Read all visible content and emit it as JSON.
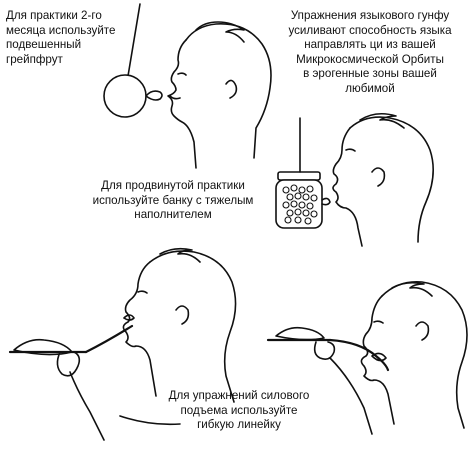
{
  "captions": {
    "grapefruit": "Для практики 2-го\nмесяца используйте\nподвешенный\nгрейпфрут",
    "kung_fu": "Упражнения языкового гунфу\nусиливают способность языка\nнаправлять ци из вашей\nМикрокосмической Орбиты\nв эрогенные зоны вашей\nлюбимой",
    "jar": "Для продвинутой практики\nиспользуйте банку с тяжелым\nнаполнителем",
    "ruler": "Для упражнений силового\nподъема используйте\nгибкую линейку"
  },
  "colors": {
    "ink": "#111111",
    "paper": "#ffffff"
  }
}
